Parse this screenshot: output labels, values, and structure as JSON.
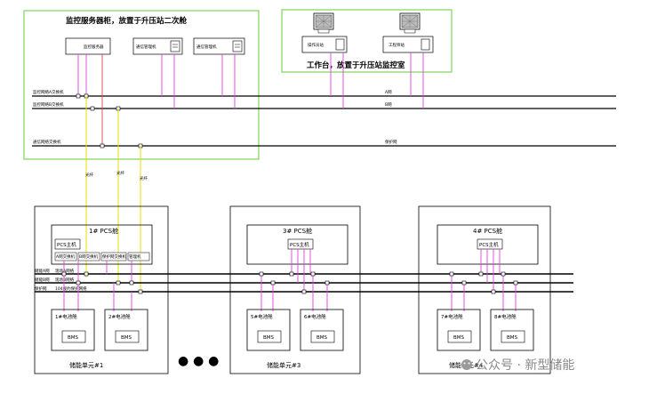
{
  "top_cabinet": {
    "title": "监控服务器柜，放置于升压站二次舱",
    "devices": [
      "监控服务器",
      "通信管理机",
      "通信管理机"
    ]
  },
  "workstation": {
    "title": "工作台，放置于升压站监控室",
    "stations": [
      "操作员站",
      "工程师站"
    ]
  },
  "top_networks": [
    {
      "name": "监控网络A交换机",
      "tag": "A网"
    },
    {
      "name": "监控网络B交换机",
      "tag": "B网"
    },
    {
      "name": "通信网络交换机",
      "tag": "保护网"
    }
  ],
  "fiber_label": "光纤",
  "bus_labels": [
    "储能A网",
    "储能B网",
    "保护网"
  ],
  "unit1_bus_texts": [
    "现场A网络",
    "现场B网络",
    "104规约保护网络"
  ],
  "units": [
    {
      "pcs_cabin": "1# PCS舱",
      "pcs_host": "PCS主机",
      "switches": [
        "A网交换机",
        "B网交换机",
        "保护网交换机",
        "管理机"
      ],
      "batteries": [
        "1#电池舱",
        "2#电池舱"
      ],
      "bms": [
        "BMS",
        "BMS"
      ],
      "footer": "储能单元#1"
    },
    {
      "pcs_cabin": "3# PCS舱",
      "pcs_host": "PCS主机",
      "batteries": [
        "5#电池舱",
        "6#电池舱"
      ],
      "bms": [
        "BMS",
        "BMS"
      ],
      "footer": "储能单元#3"
    },
    {
      "pcs_cabin": "4# PCS舱",
      "pcs_host": "PCS主机",
      "batteries": [
        "7#电池舱",
        "8#电池舱"
      ],
      "bms": [
        "BMS",
        "BMS"
      ],
      "footer": "储能单元#4"
    }
  ],
  "ellipsis": "● ● ●",
  "watermark": "公众号 · 新型储能",
  "colors": {
    "cabinet_border": "#7ed65a",
    "link": "#e040e0",
    "fiber": "#e8e000",
    "red_link": "#e04040",
    "bus": "#000000"
  }
}
